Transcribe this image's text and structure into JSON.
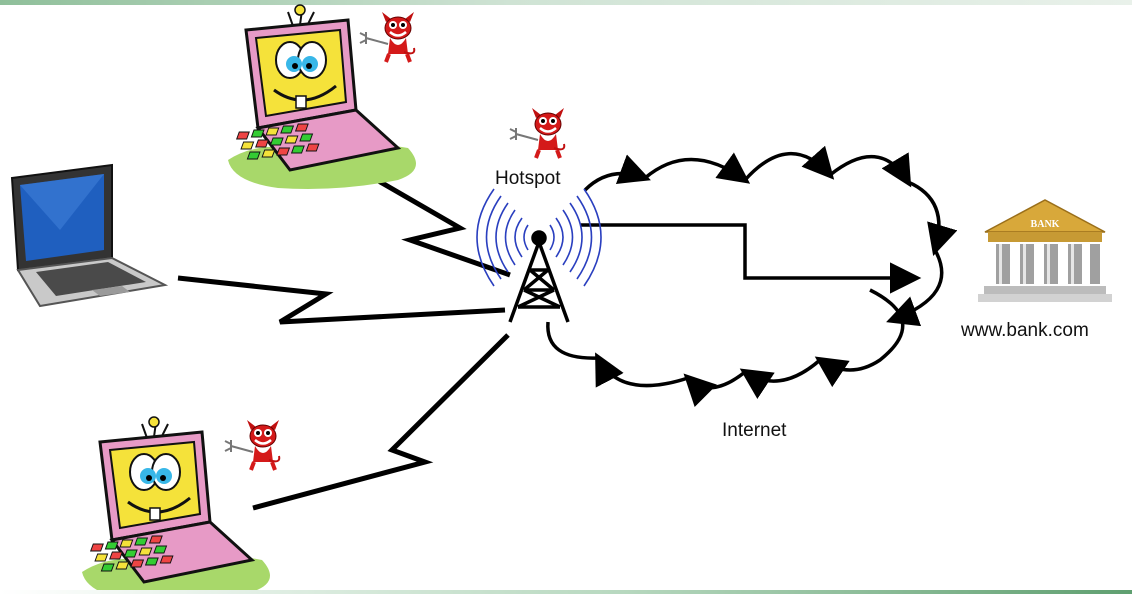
{
  "labels": {
    "hotspot": "Hotspot",
    "internet": "Internet",
    "bank_url": "www.bank.com",
    "bank_sign": "BANK"
  },
  "colors": {
    "link_line": "#000000",
    "radio_waves": "#2a3fbf",
    "devil": "#d41a1a",
    "laptop_screen": "#1f5fbf",
    "cartoon_yellow": "#f5e23a",
    "cartoon_pink": "#e79ac6",
    "grass": "#a8d86a",
    "bank_gold": "#d8a83a",
    "bank_column": "#9a9a9a"
  },
  "nodes": [
    {
      "id": "legit-laptop",
      "icon": "laptop-icon"
    },
    {
      "id": "rogue-laptop-top",
      "icon": "cartoon-laptop-icon"
    },
    {
      "id": "rogue-laptop-bottom",
      "icon": "cartoon-laptop-icon"
    },
    {
      "id": "hotspot-tower",
      "icon": "antenna-tower-icon"
    },
    {
      "id": "internet-cloud",
      "icon": "cloud-icon"
    },
    {
      "id": "bank",
      "icon": "bank-building-icon"
    }
  ]
}
